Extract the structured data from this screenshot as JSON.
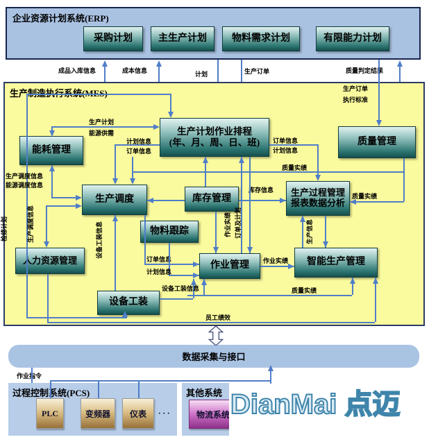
{
  "erp": {
    "title": "企业资源计划系统(ERP)",
    "boxes": [
      "采购计划",
      "主生产计划",
      "物料需求计划",
      "有限能力计划"
    ]
  },
  "mes": {
    "title": "生产制造执行系统(MES)",
    "boxes": {
      "energy": "能耗管理",
      "schedule_line1": "生产计划作业排程",
      "schedule_line2": "(年、月、周、日、班)",
      "quality": "质量管理",
      "dispatch": "生产调度",
      "inventory": "库存管理",
      "process_line1": "生产过程管理",
      "process_line2": "报表数据分析",
      "material": "物料跟踪",
      "hr": "人力资源管理",
      "job": "作业管理",
      "smart": "智能生产管理",
      "equipment": "设备工装"
    }
  },
  "labels": {
    "finished_in": "成品入库信息",
    "cost": "成本信息",
    "plan": "计划",
    "prod_order": "生产订单",
    "quality_result": "质量判定结果",
    "exec_std": "执行标准",
    "prod_plan": "生产计划",
    "energy_supply": "能源供需",
    "plan_info": "计划信息",
    "order_info": "订单信息",
    "quality_actual": "质量实绩",
    "dispatch_info": "生产调度信息",
    "energy_dispatch_info": "能源调度信息",
    "overhaul_plan": "检修计划",
    "inventory_info": "库存信息",
    "job_actual": "作业实绩",
    "order_and_plan": "订单及计划",
    "equip_tool_info": "设备工装信息",
    "prod_info": "生产信息",
    "staff_perf": "员工绩效",
    "job_cmd": "作业指令"
  },
  "bottom": {
    "data_interface": "数据采集与接口",
    "pcs_title": "过程控制系统(PCS)",
    "pcs_boxes": [
      "PLC",
      "变频器",
      "仪表"
    ],
    "dots": "· · ·",
    "other_title": "其他系统",
    "logistics": "物流系统"
  },
  "watermark": "DianMai 点迈",
  "colors": {
    "arrow_blue": "#4f7dc8",
    "erp_fill": "#aac2e2",
    "mes_fill": "#fafa9e",
    "node_teal_dark": "#16504e",
    "bar_fill": "#a9c3e3",
    "watermark_stroke": "#3f85ab"
  }
}
